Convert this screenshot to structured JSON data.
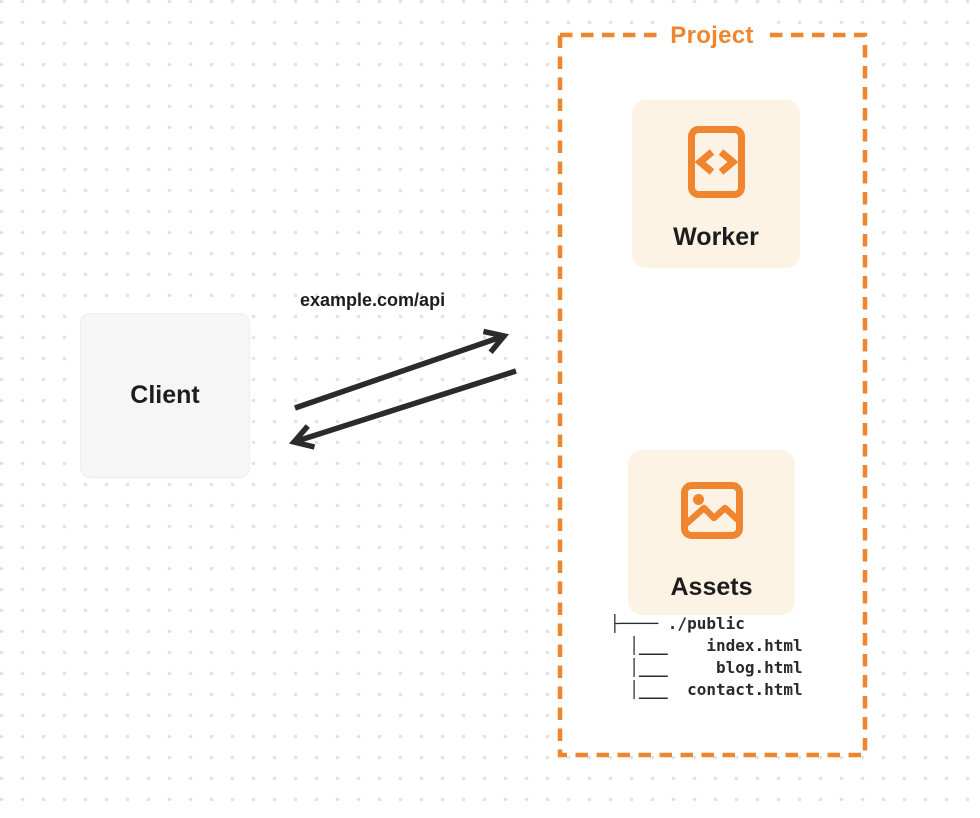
{
  "diagram": {
    "project_label": "Project",
    "client_label": "Client",
    "request_label": "example.com/api",
    "worker_label": "Worker",
    "assets_label": "Assets",
    "file_tree": {
      "root": "./public",
      "files": [
        "index.html",
        "blog.html",
        "contact.html"
      ],
      "tree_text": "├──── ./public\n  │___    index.html\n  │___     blog.html\n  │___  contact.html"
    },
    "icons": {
      "worker": "code-file-icon",
      "assets": "image-icon"
    },
    "colors": {
      "accent_orange": "#EF862F",
      "card_cream": "#FDF3E5",
      "client_gray": "#F6F6F6",
      "arrow_dark": "#2B2B2B",
      "text_dark": "#1D1D1D",
      "dot_grid": "#E2E2E2"
    }
  }
}
